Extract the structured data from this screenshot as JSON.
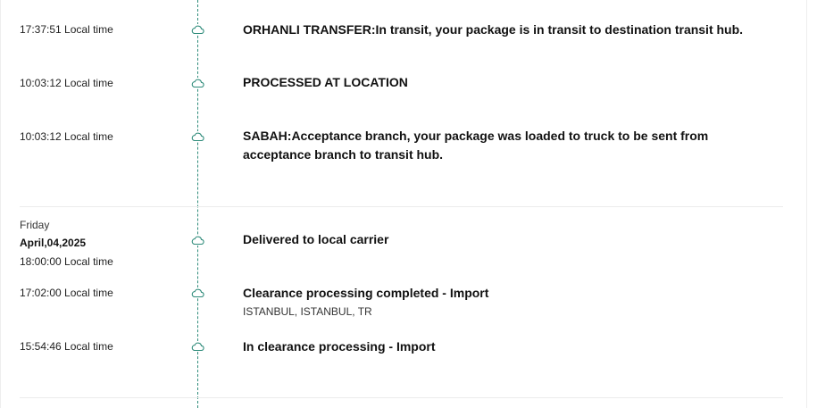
{
  "colors": {
    "timeline": "#2e8b7a",
    "divider": "#ececec"
  },
  "groups": [
    {
      "events": [
        {
          "time": "17:37:51 Local time",
          "description": "ORHANLI TRANSFER:In transit, your package is in transit to destination transit hub."
        },
        {
          "time": "10:03:12 Local time",
          "description": "PROCESSED AT LOCATION"
        },
        {
          "time": "10:03:12 Local time",
          "description": "SABAH:Acceptance branch, your package was loaded to truck to be sent from acceptance branch to transit hub."
        }
      ]
    },
    {
      "weekday": "Friday",
      "date": "April,04,2025",
      "events": [
        {
          "time": "18:00:00 Local time",
          "description": "Delivered to local carrier"
        },
        {
          "time": "17:02:00 Local time",
          "description": "Clearance processing completed - Import",
          "location": "ISTANBUL, ISTANBUL, TR"
        },
        {
          "time": "15:54:46 Local time",
          "description": "In clearance processing - Import"
        }
      ]
    }
  ],
  "icons": {
    "node": "cloud-icon"
  }
}
